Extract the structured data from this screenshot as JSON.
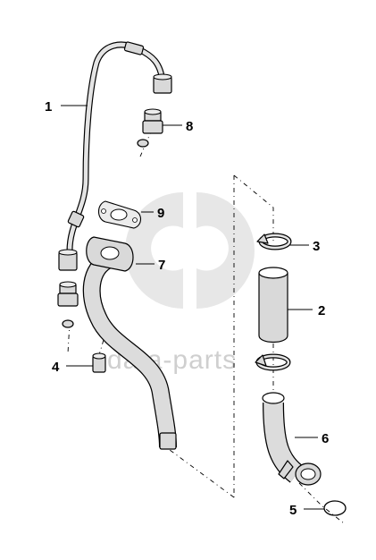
{
  "watermark": {
    "text": "data-parts",
    "color": "#cfcfcf"
  },
  "callouts": [
    {
      "label": "1",
      "part": "hose-assembly"
    },
    {
      "label": "2",
      "part": "hose-sleeve"
    },
    {
      "label": "3",
      "part": "hose-clamp-upper"
    },
    {
      "label": "4",
      "part": "banjo-bolt"
    },
    {
      "label": "5",
      "part": "o-ring"
    },
    {
      "label": "6",
      "part": "elbow-pipe"
    },
    {
      "label": "7",
      "part": "flange-pipe"
    },
    {
      "label": "8",
      "part": "union-fitting"
    },
    {
      "label": "9",
      "part": "flange-gasket"
    }
  ]
}
